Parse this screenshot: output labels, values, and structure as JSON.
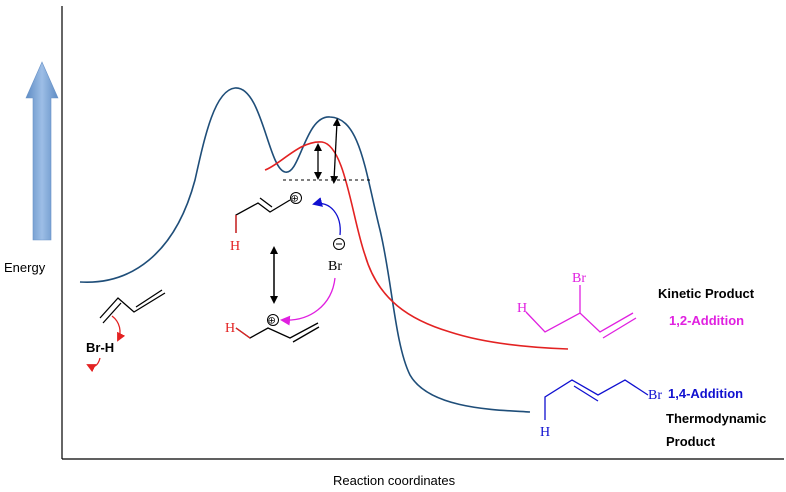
{
  "axes": {
    "y_label": "Energy",
    "x_label": "Reaction coordinates"
  },
  "reactants": {
    "hbr": "Br-H"
  },
  "intermediates": {
    "bromide_ion": "Br",
    "bromide_charge": "⊖",
    "carbocation_charge": "⊕",
    "hydrogen_label": "H"
  },
  "products": {
    "kinetic_title": "Kinetic Product",
    "kinetic_subtitle": "1,2-Addition",
    "kinetic_br": "Br",
    "kinetic_h": "H",
    "thermo_title_line1": "1,4-Addition",
    "thermo_title_line2": "Thermodynamic",
    "thermo_title_line3": "Product",
    "thermo_br": "Br",
    "thermo_h": "H"
  },
  "colors": {
    "thermo_curve": "#1F4E79",
    "kinetic_curve": "#E32222",
    "magenta": "#E020E0",
    "blue": "#1010D0",
    "energy_arrow": "#7AA4D4"
  }
}
